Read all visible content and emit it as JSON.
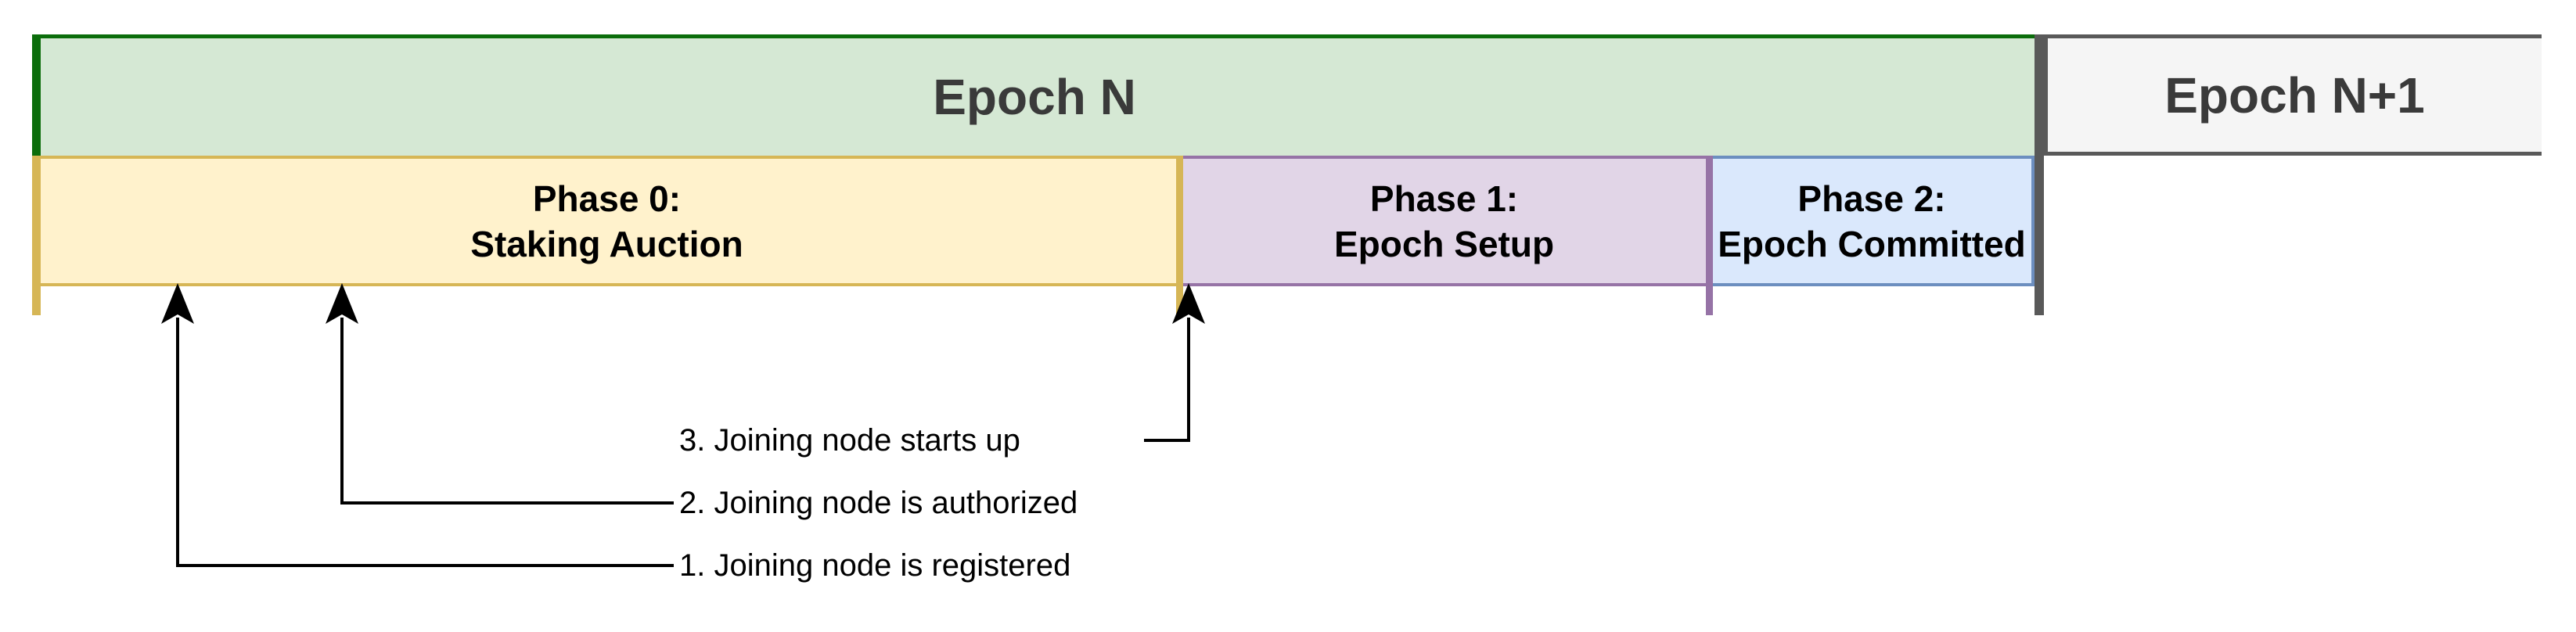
{
  "epochs": [
    {
      "label": "Epoch N",
      "fill": "#d5e8d4",
      "border": "#0b6d0b"
    },
    {
      "label": "Epoch N+1",
      "fill": "#f5f5f5",
      "border": "#595959"
    }
  ],
  "phases": [
    {
      "line1": "Phase 0:",
      "line2": "Staking Auction",
      "fill": "#fff2cc",
      "border": "#d6b656"
    },
    {
      "line1": "Phase 1:",
      "line2": "Epoch Setup",
      "fill": "#e1d5e7",
      "border": "#9673a6"
    },
    {
      "line1": "Phase 2:",
      "line2": "Epoch Committed",
      "fill": "#dae8fc",
      "border": "#6c8ebf"
    }
  ],
  "annotations": [
    {
      "label": "1. Joining node is registered"
    },
    {
      "label": "2. Joining node is authorized"
    },
    {
      "label": "3. Joining node starts up"
    }
  ],
  "colors": {
    "epoch_boundary_marker": "#595959",
    "epoch_start_marker_top": "#0b6d0b",
    "epoch_start_marker_bottom": "#d6b656",
    "arrow": "#000000",
    "epoch_title_text": "#3a3a3a",
    "phase_label_text": "#000000",
    "annotation_text": "#000000",
    "background": "#ffffff"
  }
}
